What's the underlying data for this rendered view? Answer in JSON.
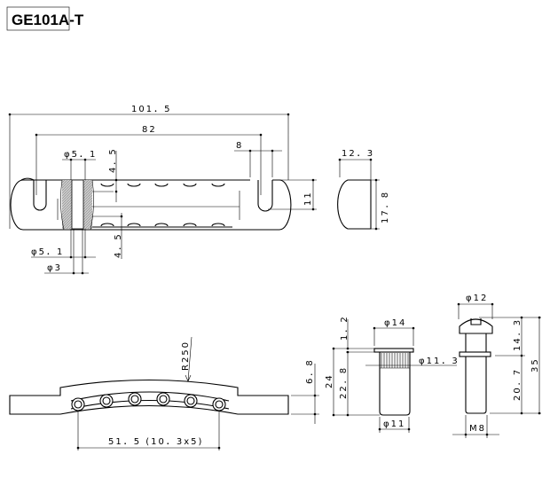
{
  "title": "GE101A-T",
  "top_view": {
    "overall_length": "101．5",
    "post_spacing": "82",
    "slot_width": "8",
    "height": "11",
    "hole_dia_top": "φ5．1",
    "hole_dia_bottom": "φ5．1",
    "hole_dia_small": "φ3",
    "offset_top": "4．5",
    "offset_bottom": "4．5"
  },
  "end_view": {
    "width": "12．3",
    "height": "17．8"
  },
  "side_view": {
    "radius": "R250",
    "height": "6．8",
    "string_spacing": "51．5 (10．3x5)"
  },
  "bushing": {
    "flange_dia": "φ14",
    "flange_thickness": "1．2",
    "knurl_dia": "φ11．3",
    "body_dia": "φ11",
    "total_length": "24",
    "body_length": "22．8"
  },
  "stud": {
    "head_dia": "φ12",
    "head_length": "14．3",
    "shaft_length": "20．7",
    "total_length": "35",
    "thread": "M8"
  }
}
